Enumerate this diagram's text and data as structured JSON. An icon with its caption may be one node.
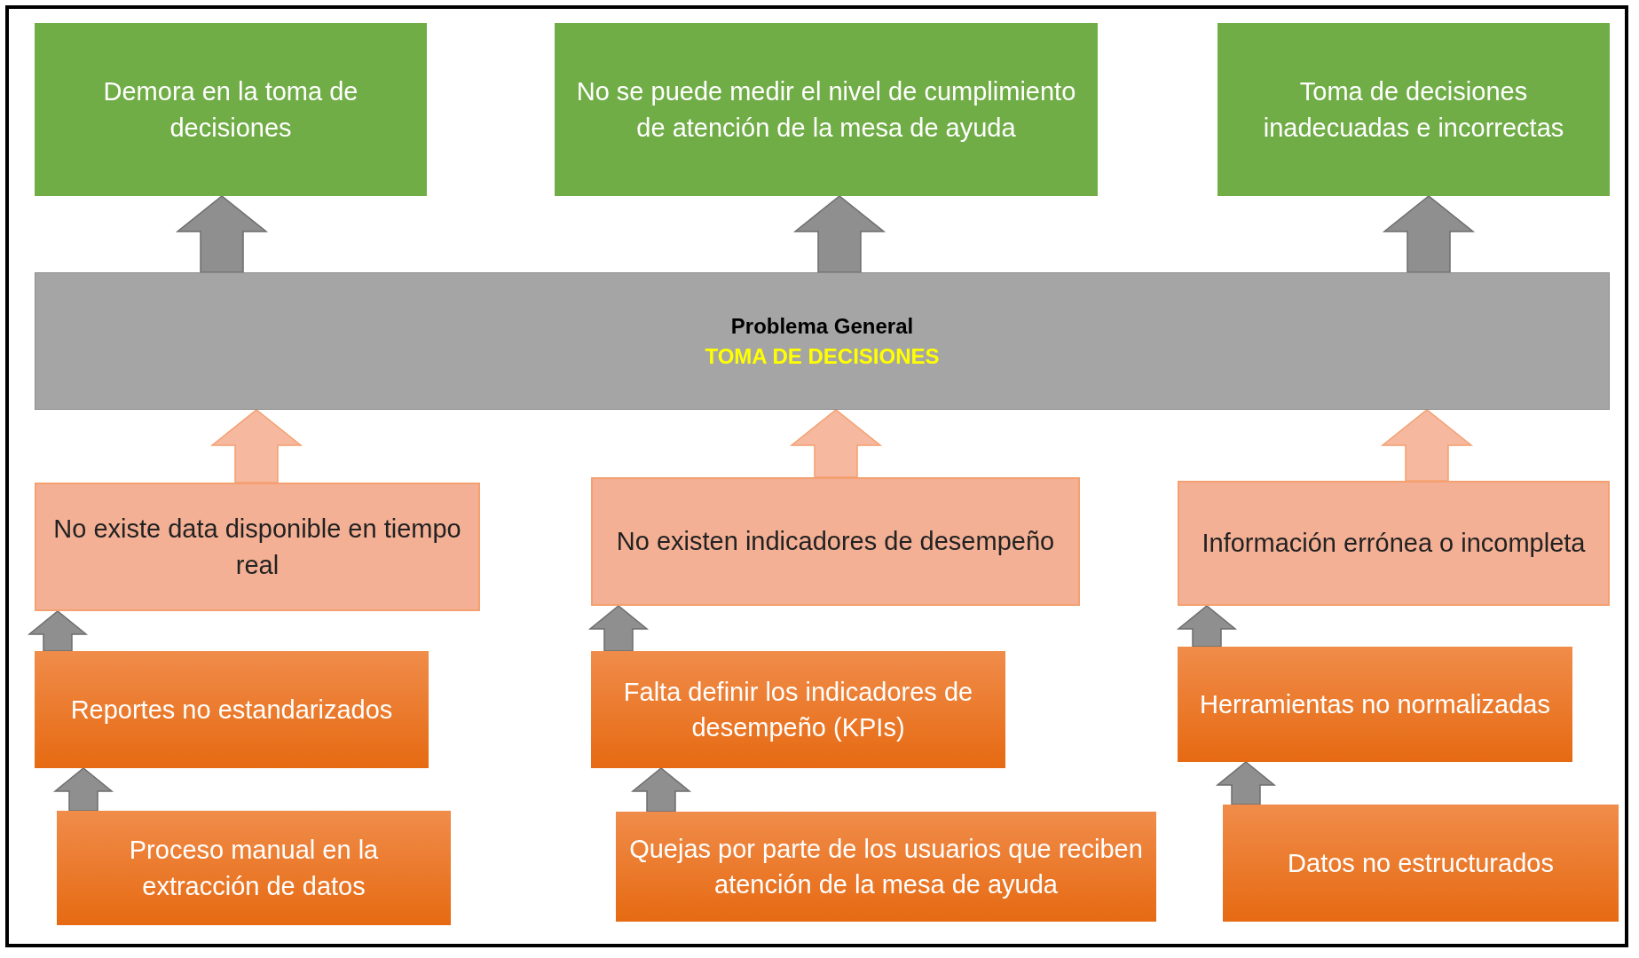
{
  "diagram": {
    "nodes": [
      {
        "text": [
          "Demora en la toma de decisiones"
        ]
      },
      {
        "text": [
          "No se puede medir el nivel de cumplimiento de atención de la mesa de ayuda"
        ]
      },
      {
        "text": [
          "Toma de decisiones inadecuadas e incorrectas"
        ]
      },
      {
        "text": [
          "Problema General",
          "TOMA DE DECISIONES"
        ]
      },
      {
        "text": [
          "No existe data disponible en tiempo real"
        ]
      },
      {
        "text": [
          "No existen indicadores de desempeño"
        ]
      },
      {
        "text": [
          "Información errónea o incompleta"
        ]
      },
      {
        "text": [
          "Reportes no estandarizados"
        ]
      },
      {
        "text": [
          "Falta definir los indicadores de desempeño (KPIs)"
        ]
      },
      {
        "text": [
          "Herramientas no normalizadas"
        ]
      },
      {
        "text": [
          "Proceso manual en la extracción de datos"
        ]
      },
      {
        "text": [
          "Quejas por parte de los usuarios que reciben atención de la mesa de ayuda"
        ]
      },
      {
        "text": [
          "Datos no estructurados"
        ]
      }
    ],
    "edges": [
      {
        "from": 3,
        "to": 0,
        "arrow": "to"
      },
      {
        "from": 3,
        "to": 1,
        "arrow": "to"
      },
      {
        "from": 3,
        "to": 2,
        "arrow": "to"
      },
      {
        "from": 4,
        "to": 3,
        "arrow": "to",
        "color": "#f6b89f"
      },
      {
        "from": 5,
        "to": 3,
        "arrow": "to",
        "color": "#f6b89f"
      },
      {
        "from": 6,
        "to": 3,
        "arrow": "to",
        "color": "#f6b89f"
      },
      {
        "from": 7,
        "to": 4,
        "arrow": "to"
      },
      {
        "from": 8,
        "to": 5,
        "arrow": "to"
      },
      {
        "from": 9,
        "to": 6,
        "arrow": "to"
      },
      {
        "from": 10,
        "to": 7,
        "arrow": "to"
      },
      {
        "from": 11,
        "to": 8,
        "arrow": "to"
      },
      {
        "from": 12,
        "to": 9,
        "arrow": "to"
      }
    ]
  }
}
